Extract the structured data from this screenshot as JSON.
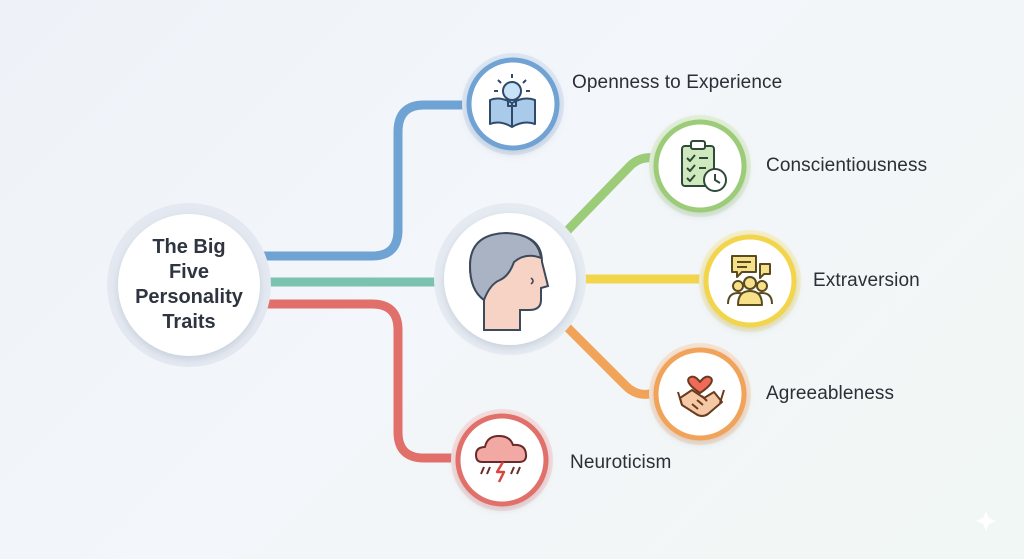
{
  "center": {
    "title": "The Big\nFive\nPersonality\nTraits"
  },
  "traits": [
    {
      "label": "Openness to Experience",
      "color": "#6fa3d3",
      "icon": "lightbulb-book-icon"
    },
    {
      "label": "Conscientiousness",
      "color": "#9ccc78",
      "icon": "clipboard-clock-icon"
    },
    {
      "label": "Extraversion",
      "color": "#f2d54c",
      "icon": "chat-people-icon"
    },
    {
      "label": "Agreeableness",
      "color": "#f2a35a",
      "icon": "handshake-heart-icon"
    },
    {
      "label": "Neuroticism",
      "color": "#e2706a",
      "icon": "storm-cloud-icon"
    }
  ],
  "hub": {
    "icon": "head-profile-icon",
    "color": "#7cc2b0"
  }
}
